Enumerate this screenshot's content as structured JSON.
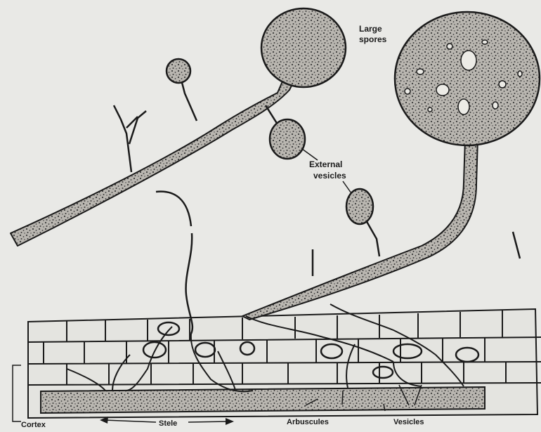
{
  "labels": {
    "large_spores": [
      "Large",
      "spores"
    ],
    "external_vesicles": [
      "External",
      "vesicles"
    ],
    "cortex": "Cortex",
    "stele": "Stele",
    "arbuscules": "Arbuscules",
    "vesicles": "Vesicles"
  },
  "colors": {
    "background": "#e9e9e6",
    "ink": "#1a1a1a",
    "stipple_fill": "#b7b4ae",
    "cell_fill": "#e4e4e0"
  }
}
